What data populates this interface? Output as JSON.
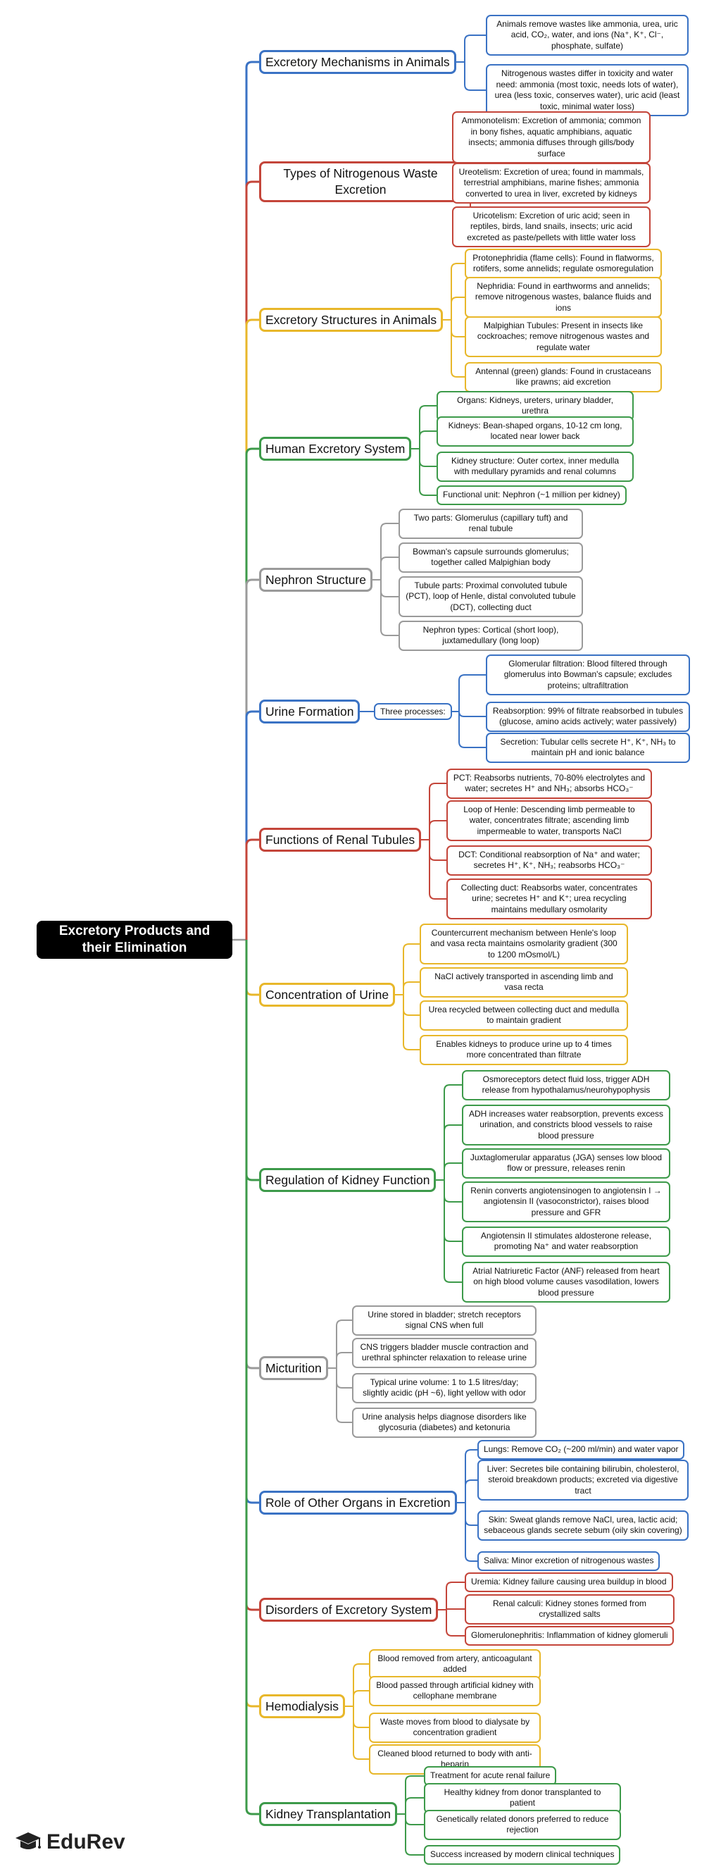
{
  "root": "Excretory Products and their Elimination",
  "colors": {
    "blue": "#3a72c4",
    "red": "#c4453a",
    "yellow": "#e8b72a",
    "green": "#3d9a4a",
    "gray": "#9a9a9a"
  },
  "logo": {
    "text": "EduRev",
    "icon": "graduation-cap-icon"
  },
  "topics": [
    {
      "label": "Excretory Mechanisms in Animals",
      "color": "blue",
      "children": [
        "Animals remove wastes like ammonia, urea, uric acid, CO₂, water, and ions (Na⁺, K⁺, Cl⁻, phosphate, sulfate)",
        "Nitrogenous wastes differ in toxicity and water need: ammonia (most toxic, needs lots of water), urea (less toxic, conserves water), uric acid (least toxic, minimal water loss)"
      ]
    },
    {
      "label": "Types of Nitrogenous Waste Excretion",
      "color": "red",
      "children": [
        "Ammonotelism: Excretion of ammonia; common in bony fishes, aquatic amphibians, aquatic insects; ammonia diffuses through gills/body surface",
        "Ureotelism: Excretion of urea; found in mammals, terrestrial amphibians, marine fishes; ammonia converted to urea in liver, excreted by kidneys",
        "Uricotelism: Excretion of uric acid; seen in reptiles, birds, land snails, insects; uric acid excreted as paste/pellets with little water loss"
      ]
    },
    {
      "label": "Excretory Structures in Animals",
      "color": "yellow",
      "children": [
        "Protonephridia (flame cells): Found in flatworms, rotifers, some annelids; regulate osmoregulation",
        "Nephridia: Found in earthworms and annelids; remove nitrogenous wastes, balance fluids and ions",
        "Malpighian Tubules: Present in insects like cockroaches; remove nitrogenous wastes and regulate water",
        "Antennal (green) glands: Found in crustaceans like prawns; aid excretion"
      ]
    },
    {
      "label": "Human Excretory System",
      "color": "green",
      "children": [
        "Organs: Kidneys, ureters, urinary bladder, urethra",
        "Kidneys: Bean-shaped organs, 10-12 cm long, located near lower back",
        "Kidney structure: Outer cortex, inner medulla with medullary pyramids and renal columns",
        "Functional unit: Nephron (~1 million per kidney)"
      ]
    },
    {
      "label": "Nephron Structure",
      "color": "gray",
      "children": [
        "Two parts: Glomerulus (capillary tuft) and renal tubule",
        "Bowman's capsule surrounds glomerulus; together called Malpighian body",
        "Tubule parts: Proximal convoluted tubule (PCT), loop of Henle, distal convoluted tubule (DCT), collecting duct",
        "Nephron types: Cortical (short loop), juxtamedullary (long loop)"
      ]
    },
    {
      "label": "Urine Formation",
      "color": "blue",
      "sub": "Three processes:",
      "children": [
        "Glomerular filtration: Blood filtered through glomerulus into Bowman's capsule; excludes proteins; ultrafiltration",
        "Reabsorption: 99% of filtrate reabsorbed in tubules (glucose, amino acids actively; water passively)",
        "Secretion: Tubular cells secrete H⁺, K⁺, NH₃ to maintain pH and ionic balance"
      ]
    },
    {
      "label": "Functions of Renal Tubules",
      "color": "red",
      "children": [
        "PCT: Reabsorbs nutrients, 70-80% electrolytes and water; secretes H⁺ and NH₃; absorbs HCO₃⁻",
        "Loop of Henle: Descending limb permeable to water, concentrates filtrate; ascending limb impermeable to water, transports NaCl",
        "DCT: Conditional reabsorption of Na⁺ and water; secretes H⁺, K⁺, NH₃; reabsorbs HCO₃⁻",
        "Collecting duct: Reabsorbs water, concentrates urine; secretes H⁺ and K⁺; urea recycling maintains medullary osmolarity"
      ]
    },
    {
      "label": "Concentration of Urine",
      "color": "yellow",
      "children": [
        "Countercurrent mechanism between Henle's loop and vasa recta maintains osmolarity gradient (300 to 1200 mOsmol/L)",
        "NaCl actively transported in ascending limb and vasa recta",
        "Urea recycled between collecting duct and medulla to maintain gradient",
        "Enables kidneys to produce urine up to 4 times more concentrated than filtrate"
      ]
    },
    {
      "label": "Regulation of Kidney Function",
      "color": "green",
      "children": [
        "Osmoreceptors detect fluid loss, trigger ADH release from hypothalamus/neurohypophysis",
        "ADH increases water reabsorption, prevents excess urination, and constricts blood vessels to raise blood pressure",
        "Juxtaglomerular apparatus (JGA) senses low blood flow or pressure, releases renin",
        "Renin converts angiotensinogen to angiotensin I → angiotensin II (vasoconstrictor), raises blood pressure and GFR",
        "Angiotensin II stimulates aldosterone release, promoting Na⁺ and water reabsorption",
        "Atrial Natriuretic Factor (ANF) released from heart on high blood volume causes vasodilation, lowers blood pressure"
      ]
    },
    {
      "label": "Micturition",
      "color": "gray",
      "children": [
        "Urine stored in bladder; stretch receptors signal CNS when full",
        "CNS triggers bladder muscle contraction and urethral sphincter relaxation to release urine",
        "Typical urine volume: 1 to 1.5 litres/day; slightly acidic (pH ~6), light yellow with odor",
        "Urine analysis helps diagnose disorders like glycosuria (diabetes) and ketonuria"
      ]
    },
    {
      "label": "Role of Other Organs in Excretion",
      "color": "blue",
      "children": [
        "Lungs: Remove CO₂ (~200 ml/min) and water vapor",
        "Liver: Secretes bile containing bilirubin, cholesterol, steroid breakdown products; excreted via digestive tract",
        "Skin: Sweat glands remove NaCl, urea, lactic acid; sebaceous glands secrete sebum (oily skin covering)",
        "Saliva: Minor excretion of nitrogenous wastes"
      ]
    },
    {
      "label": "Disorders of Excretory System",
      "color": "red",
      "children": [
        "Uremia: Kidney failure causing urea buildup in blood",
        "Renal calculi: Kidney stones formed from crystallized salts",
        "Glomerulonephritis: Inflammation of kidney glomeruli"
      ]
    },
    {
      "label": "Hemodialysis",
      "color": "yellow",
      "children": [
        "Blood removed from artery, anticoagulant added",
        "Blood passed through artificial kidney with cellophane membrane",
        "Waste moves from blood to dialysate by concentration gradient",
        "Cleaned blood returned to body with anti-heparin"
      ]
    },
    {
      "label": "Kidney Transplantation",
      "color": "green",
      "children": [
        "Treatment for acute renal failure",
        "Healthy kidney from donor transplanted to patient",
        "Genetically related donors preferred to reduce rejection",
        "Success increased by modern clinical techniques"
      ]
    }
  ]
}
